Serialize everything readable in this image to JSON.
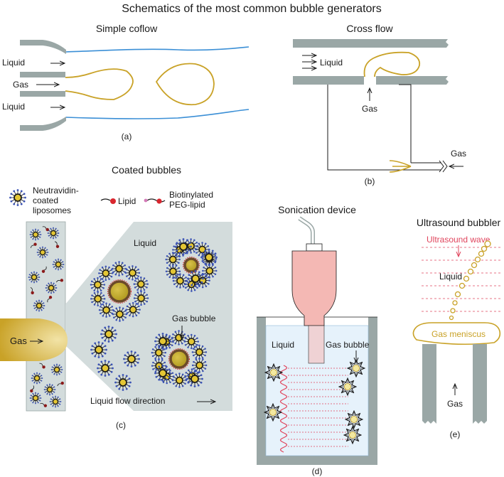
{
  "title": "Schematics of the most common bubble generators",
  "panel_a": {
    "title": "Simple coflow",
    "label_liquid_top": "Liquid",
    "label_gas": "Gas",
    "label_liquid_bottom": "Liquid",
    "caption": "(a)"
  },
  "panel_b": {
    "title": "Cross flow",
    "label_liquid": "Liquid",
    "label_gas_center": "Gas",
    "label_gas_right": "Gas",
    "caption": "(b)"
  },
  "panel_c": {
    "title": "Coated bubbles",
    "legend_liposome_line1": "Neutravidin-",
    "legend_liposome_line2": "coated",
    "legend_liposome_line3": "liposomes",
    "legend_lipid": "Lipid",
    "legend_peg_line1": "Biotinylated",
    "legend_peg_line2": "PEG-lipid",
    "label_liquid": "Liquid",
    "label_gas": "Gas",
    "label_gas_bubble": "Gas bubble",
    "label_flow": "Liquid flow direction",
    "caption": "(c)"
  },
  "panel_d": {
    "title": "Sonication device",
    "label_liquid": "Liquid",
    "label_gas_bubble": "Gas bubble",
    "caption": "(d)"
  },
  "panel_e": {
    "title": "Ultrasound bubbler",
    "label_wave": "Ultrasound wave",
    "label_liquid": "Liquid",
    "label_meniscus": "Gas meniscus",
    "label_gas": "Gas",
    "caption": "(e)"
  },
  "colors": {
    "text": "#1a1a1a",
    "wall": "#9aa7a6",
    "gas_outline": "#c9a227",
    "liquid_line": "#3b8fd6",
    "panel_fill": "#d3dcdc",
    "liquid_bath": "#e6f2fb",
    "horn_fill": "#f4b8b4",
    "ultrasound": "#e0455d",
    "gas_fill": "#c9a227"
  }
}
